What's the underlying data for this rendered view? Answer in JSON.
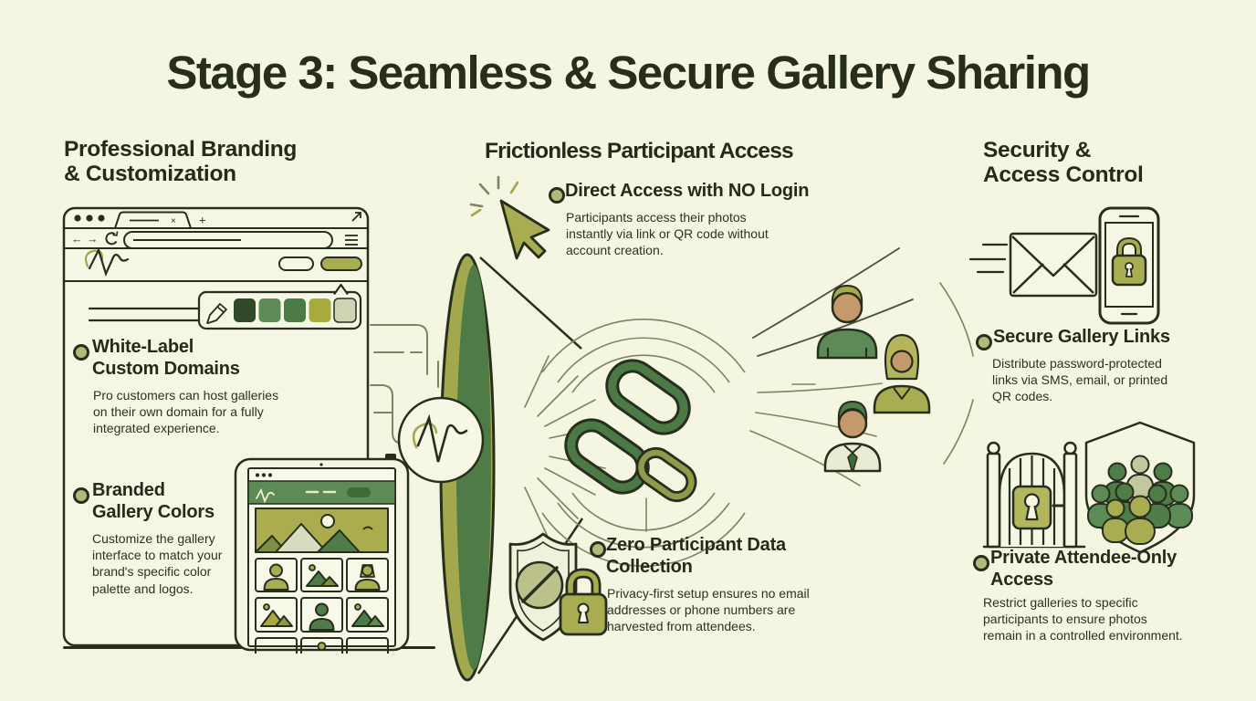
{
  "title": "Stage 3: Seamless & Secure Gallery Sharing",
  "columns": [
    {
      "id": "branding",
      "heading": "Professional Branding\n& Customization",
      "bullets": [
        {
          "title": "White-Label\nCustom Domains",
          "description": "Pro customers can host galleries\non their own domain for a fully\nintegrated experience."
        },
        {
          "title": "Branded\nGallery Colors",
          "description": "Customize the gallery\ninterface to match your\nbrand's specific color\npalette and logos."
        }
      ]
    },
    {
      "id": "access",
      "heading": "Frictionless Participant Access",
      "bullets": [
        {
          "title": "Direct Access with NO Login",
          "description": "Participants access their photos\ninstantly via link or QR code without\naccount creation."
        },
        {
          "title": "Zero Participant Data\nCollection",
          "description": "Privacy-first setup ensures no email\naddresses or phone numbers are\nharvested from attendees."
        }
      ]
    },
    {
      "id": "security",
      "heading": "Security &\nAccess Control",
      "bullets": [
        {
          "title": "Secure Gallery Links",
          "description": "Distribute password-protected\nlinks via SMS, email, or printed\nQR codes."
        },
        {
          "title": "Private Attendee-Only\nAccess",
          "description": "Restrict galleries to specific\nparticipants to ensure photos\nremain in a controlled environment."
        }
      ]
    }
  ],
  "browser_glyphs": {
    "tab_close": "×",
    "new_tab": "+",
    "back": "←",
    "forward": "→"
  },
  "colors": {
    "background": "#f4f6e1",
    "ink": "#272e1d",
    "olive": "#a3a84e",
    "leaf_green": "#5d8b55",
    "dark_green": "#3e6b3a",
    "sage": "#ccd3b3",
    "skin_tan": "#c49a6c",
    "soft_line": "#7d8363",
    "palette_swatches": [
      "#33492b",
      "#5d8a55",
      "#4c7b45",
      "#a8aa3d",
      "#cdd3b3"
    ]
  }
}
